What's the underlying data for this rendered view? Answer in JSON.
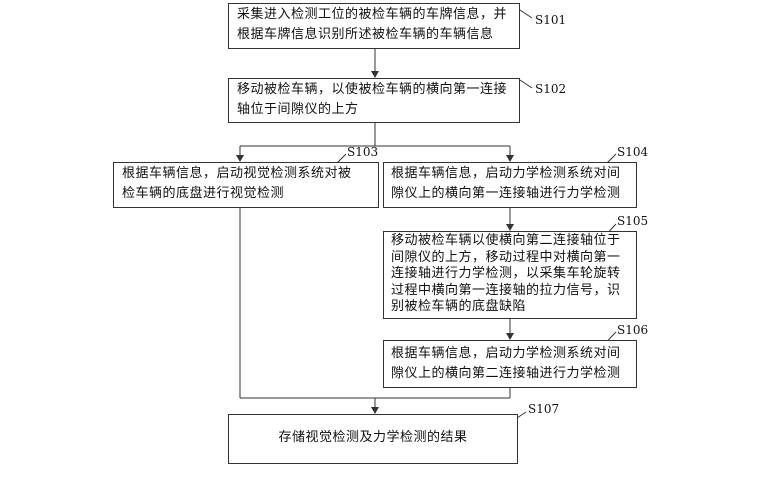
{
  "steps": [
    {
      "id": "S101",
      "text": "采集进入检测工位的被检车辆的车牌信息，并\n根据车牌信息识别所述被检车辆的车辆信息"
    },
    {
      "id": "S102",
      "text": "移动被检车辆，以使被检车辆的横向第一连接\n轴位于间隙仪的上方"
    },
    {
      "id": "S103",
      "text": "根据车辆信息，启动视觉检测系统对被\n检车辆的底盘进行视觉检测"
    },
    {
      "id": "S104",
      "text": "根据车辆信息，启动力学检测系统对间\n隙仪上的横向第一连接轴进行力学检测"
    },
    {
      "id": "S105",
      "text": "移动被检车辆以使横向第二连接轴位于\n间隙仪的上方，移动过程中对横向第一\n连接轴进行力学检测，以采集车轮旋转\n过程中横向第一连接轴的拉力信号，识\n别被检车辆的底盘缺陷"
    },
    {
      "id": "S106",
      "text": "根据车辆信息，启动力学检测系统对间\n隙仪上的横向第二连接轴进行力学检测"
    },
    {
      "id": "S107",
      "text": "存储视觉检测及力学检测的结果"
    }
  ]
}
